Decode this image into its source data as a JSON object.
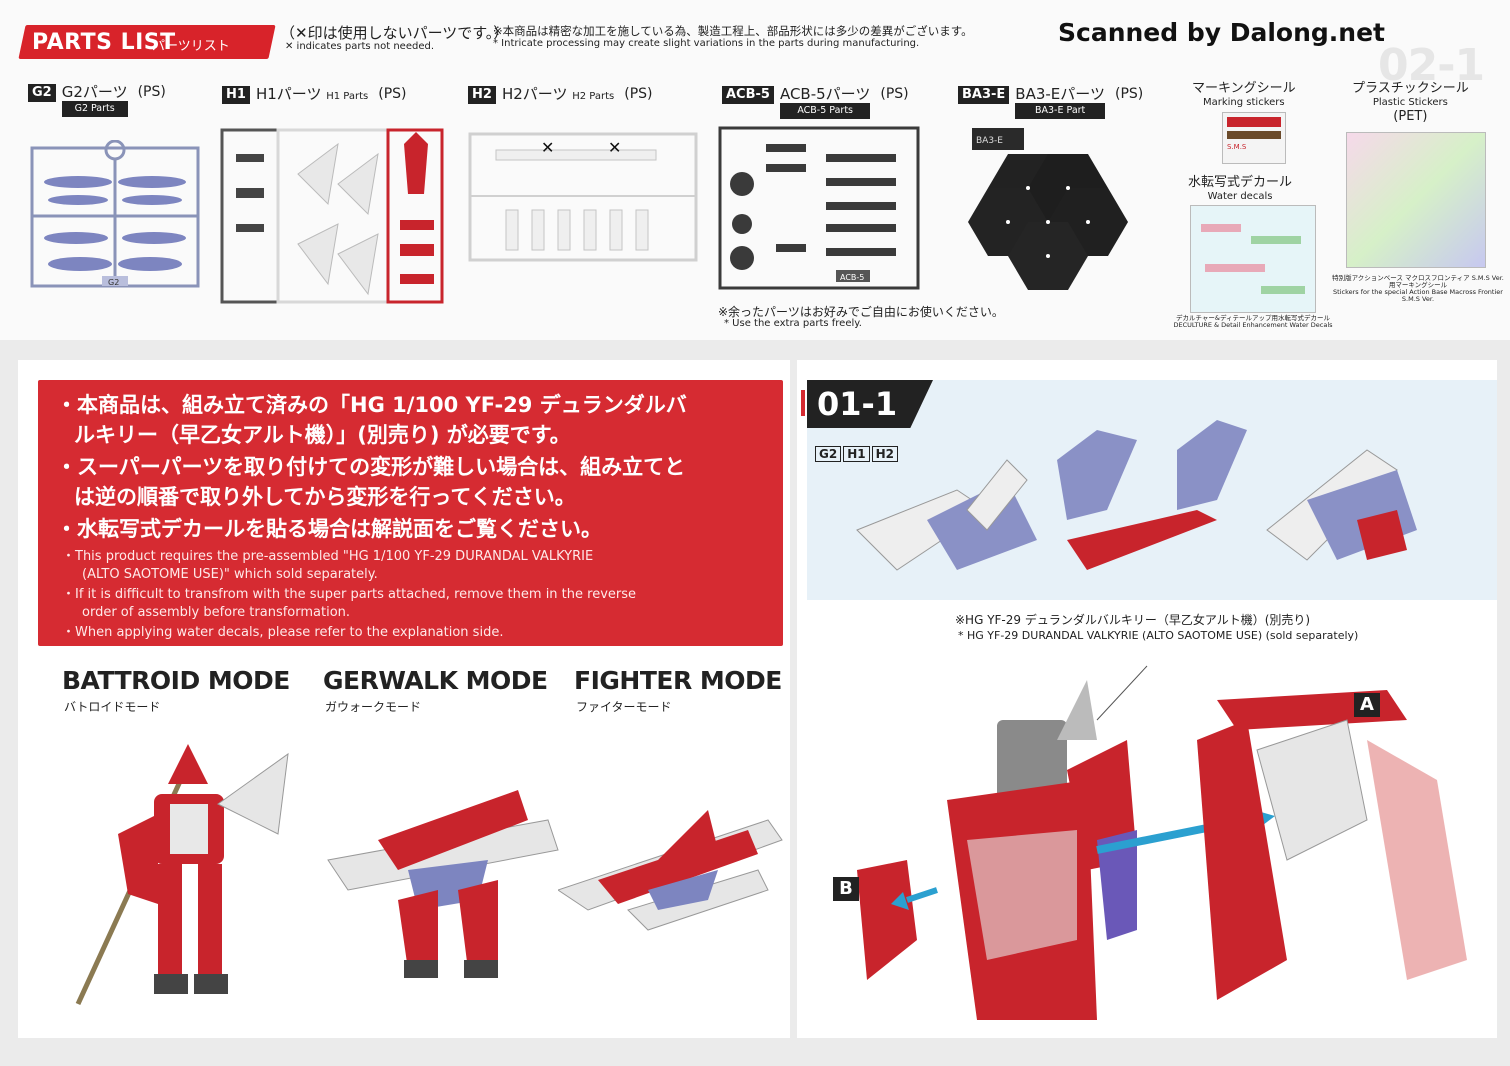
{
  "header": {
    "title": "PARTS LIST",
    "title_jp": "パーツリスト",
    "x_note_jp": "（✕印は使用しないパーツです。）",
    "x_note_en": "✕ indicates parts not needed.",
    "caution_jp": "※本商品は精密な加工を施している為、製造工程上、部品形状には多少の差異がございます。",
    "caution_en": "* Intricate processing may create slight variations in the parts during manufacturing.",
    "scanned_by": "Scanned by Dalong.net",
    "corner_code": "02-1"
  },
  "parts": [
    {
      "tag": "G2",
      "name": "G2パーツ",
      "en": "G2 Parts",
      "material": "(PS)"
    },
    {
      "tag": "H1",
      "name": "H1パーツ",
      "en": "H1 Parts",
      "material": "(PS)"
    },
    {
      "tag": "H2",
      "name": "H2パーツ",
      "en": "H2 Parts",
      "material": "(PS)"
    },
    {
      "tag": "ACB-5",
      "name": "ACB-5パーツ",
      "en": "ACB-5 Parts",
      "material": "(PS)"
    },
    {
      "tag": "BA3-E",
      "name": "BA3-Eパーツ",
      "en": "BA3-E Part",
      "material": "(PS)"
    }
  ],
  "runner_labels": {
    "g2": "G2",
    "acb5": "ACB-5",
    "ba3e": "BA3-E"
  },
  "extra_note": {
    "jp": "※余ったパーツはお好みでご自由にお使いください。",
    "en": "* Use the extra parts freely."
  },
  "stickers": {
    "marking_jp": "マーキングシール",
    "marking_en": "Marking stickers",
    "plastic_jp": "プラスチックシール",
    "plastic_en": "Plastic Stickers",
    "plastic_mat": "(PET)",
    "water_jp": "水転写式デカール",
    "water_en": "Water decals",
    "water_caption_jp": "デカルチャー&ディテールアップ用水転写式デカール",
    "water_caption_en": "DECULTURE & Detail Enhancement Water Decals",
    "plastic_caption_jp": "特別版アクションベース マクロスフロンティア S.M.S Ver. 用マーキングシール",
    "plastic_caption_en": "Stickers for the special Action Base Macross Frontier S.M.S Ver.",
    "sms": "S.M.S"
  },
  "notice": {
    "jp1": "・本商品は、組み立て済みの「HG 1/100 YF-29 デュランダルバ",
    "jp2": "ルキリー（早乙女アルト機）」(別売り) が必要です。",
    "jp3": "・スーパーパーツを取り付けての変形が難しい場合は、組み立てと",
    "jp4": "は逆の順番で取り外してから変形を行ってください。",
    "jp5": "・水転写式デカールを貼る場合は解説面をご覧ください。",
    "en1": "・This product requires the pre-assembled \"HG 1/100 YF-29 DURANDAL VALKYRIE",
    "en2": "(ALTO SAOTOME USE)\" which sold separately.",
    "en3": "・If it is difficult to transfrom with the super parts attached, remove them in the reverse",
    "en4": "order of assembly before transformation.",
    "en5": "・When applying water decals, please refer to the explanation side."
  },
  "modes": [
    {
      "title": "BATTROID MODE",
      "jp": "バトロイドモード"
    },
    {
      "title": "GERWALK MODE",
      "jp": "ガウォークモード"
    },
    {
      "title": "FIGHTER MODE",
      "jp": "ファイターモード"
    }
  ],
  "step": {
    "code": "01-1",
    "runners": [
      "G2",
      "H1",
      "H2"
    ],
    "note_jp": "※HG YF-29 デュランダルバルキリー（早乙女アルト機）(別売り)",
    "note_en": "* HG YF-29 DURANDAL VALKYRIE (ALTO SAOTOME USE)  (sold separately)",
    "marker_a": "A",
    "marker_b": "B"
  },
  "colors": {
    "accent_red": "#d62b32",
    "runner_grey": "#4a4a4a",
    "part_blue": "#7d85c0",
    "part_red": "#c8242c"
  }
}
